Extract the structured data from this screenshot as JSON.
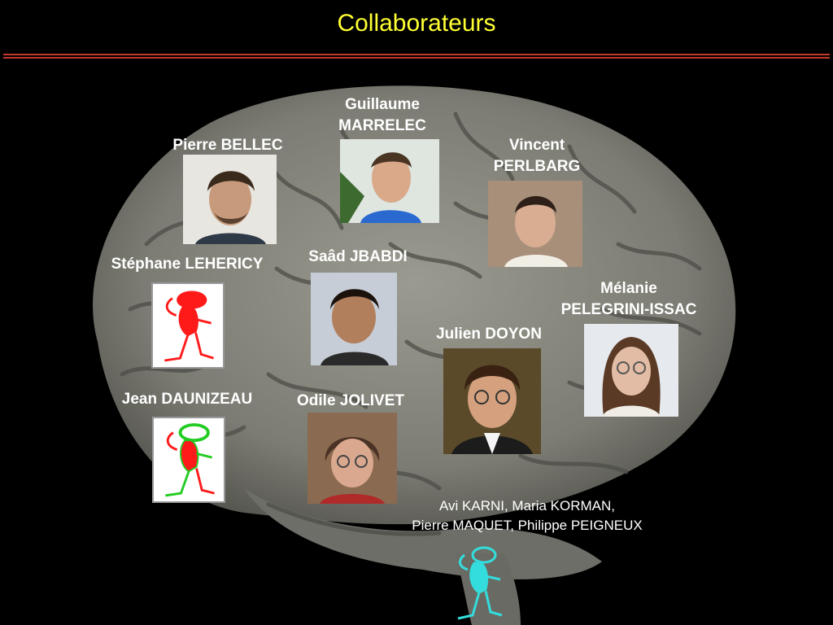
{
  "slide": {
    "title": "Collaborateurs"
  },
  "people": {
    "guillaume": {
      "line1": "Guillaume",
      "line2": "MARRELEC"
    },
    "pierre": {
      "name": "Pierre BELLEC"
    },
    "vincent": {
      "line1": "Vincent",
      "line2": "PERLBARG"
    },
    "stephane": {
      "name": "Stéphane LEHERICY"
    },
    "saad": {
      "name": "Saâd JBABDI"
    },
    "melanie": {
      "line1": "Mélanie",
      "line2": "PELEGRINI-ISSAC"
    },
    "julien": {
      "name": "Julien DOYON"
    },
    "jean": {
      "name": "Jean DAUNIZEAU"
    },
    "odile": {
      "name": "Odile JOLIVET"
    }
  },
  "group": {
    "line1": "Avi KARNI,  Maria KORMAN,",
    "line2": "Pierre MAQUET, Philippe PEIGNEUX"
  },
  "colors": {
    "title": "#ffff33",
    "rule": "#c0392b",
    "figure_red": "#ff1a1a",
    "figure_green": "#22cc22",
    "figure_cyan": "#33dddd"
  }
}
